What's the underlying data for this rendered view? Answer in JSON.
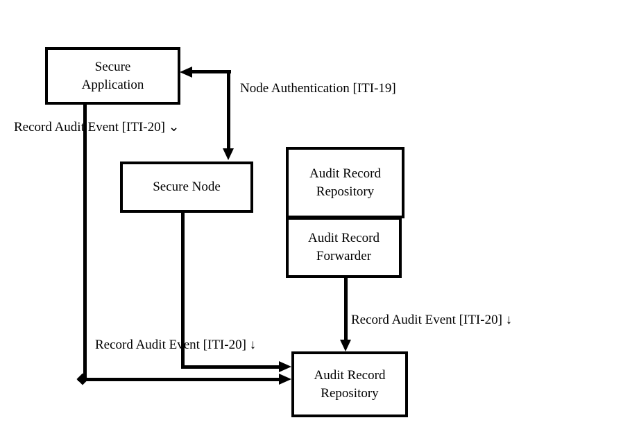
{
  "diagram": {
    "colors": {
      "background": "#ffffff",
      "ink": "#000000"
    },
    "boxes": {
      "secure_application": {
        "line1": "Secure",
        "line2": "Application"
      },
      "secure_node": {
        "label": "Secure Node"
      },
      "audit_record_repository_top": {
        "line1": "Audit Record",
        "line2": "Repository"
      },
      "audit_record_forwarder": {
        "line1": "Audit Record",
        "line2": "Forwarder"
      },
      "audit_record_repository_bottom": {
        "line1": "Audit Record",
        "line2": "Repository"
      }
    },
    "labels": {
      "record_audit_event_app": "Record Audit Event [ITI-20] ⌄",
      "node_authentication": "Node Authentication [ITI-19]",
      "record_audit_event_forwarder": "Record Audit Event [ITI-20] ↓",
      "record_audit_event_node": "Record Audit Event [ITI-20] ↓"
    }
  }
}
